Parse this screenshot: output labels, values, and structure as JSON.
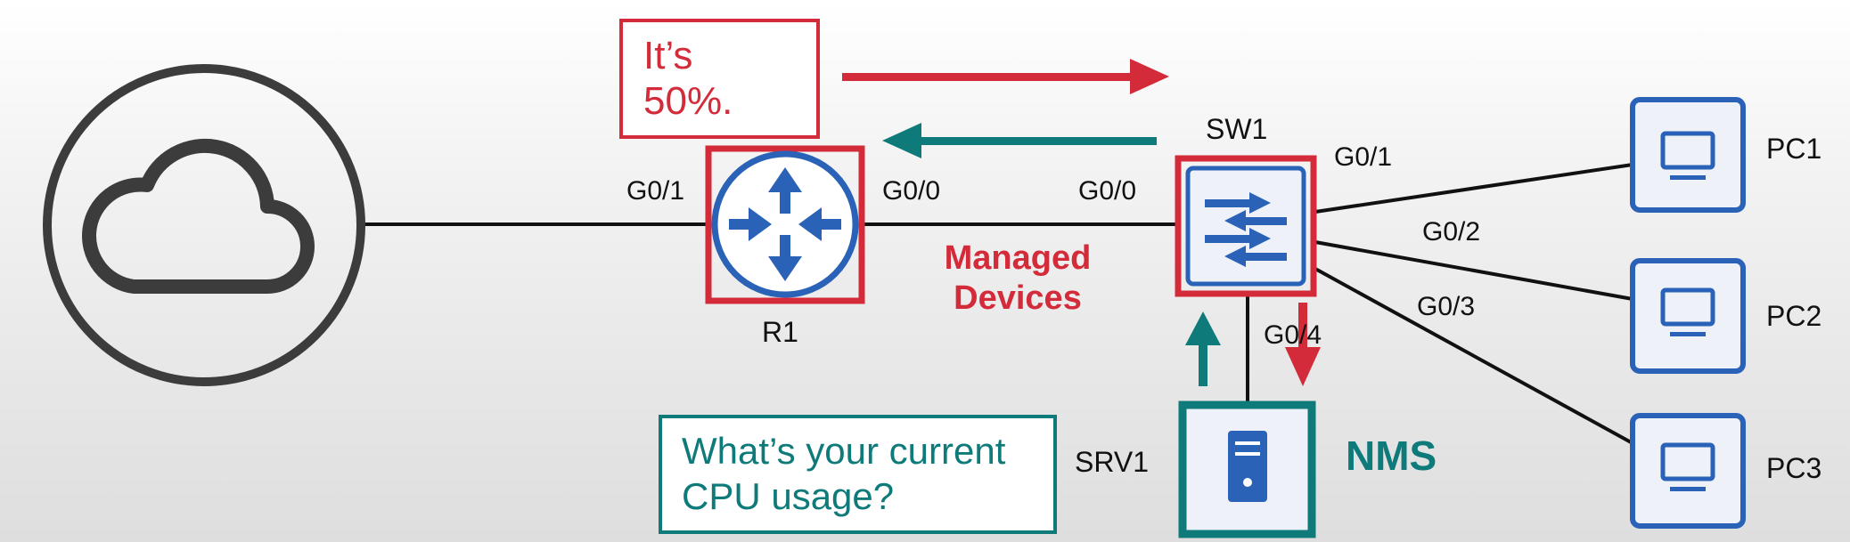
{
  "devices": {
    "router": "R1",
    "switch": "SW1",
    "server": "SRV1",
    "pcs": [
      "PC1",
      "PC2",
      "PC3"
    ]
  },
  "ports": {
    "r1_left": "G0/1",
    "r1_right": "G0/0",
    "sw1_left": "G0/0",
    "sw1_g01": "G0/1",
    "sw1_g02": "G0/2",
    "sw1_g03": "G0/3",
    "sw1_g04": "G0/4"
  },
  "labels": {
    "managed_line1": "Managed",
    "managed_line2": "Devices",
    "nms": "NMS"
  },
  "messages": {
    "response_line1": "It’s",
    "response_line2": "50%.",
    "request_line1": "What’s your current",
    "request_line2": "CPU usage?"
  },
  "colors": {
    "accent_red": "#d42b3a",
    "accent_teal": "#0e7a7a",
    "device_blue": "#2a62b8",
    "cloud_gray": "#3c3c3c"
  },
  "icons": {
    "internet": "cloud-icon",
    "router": "router-icon",
    "switch": "switch-icon",
    "server": "server-icon",
    "pc": "monitor-icon"
  }
}
